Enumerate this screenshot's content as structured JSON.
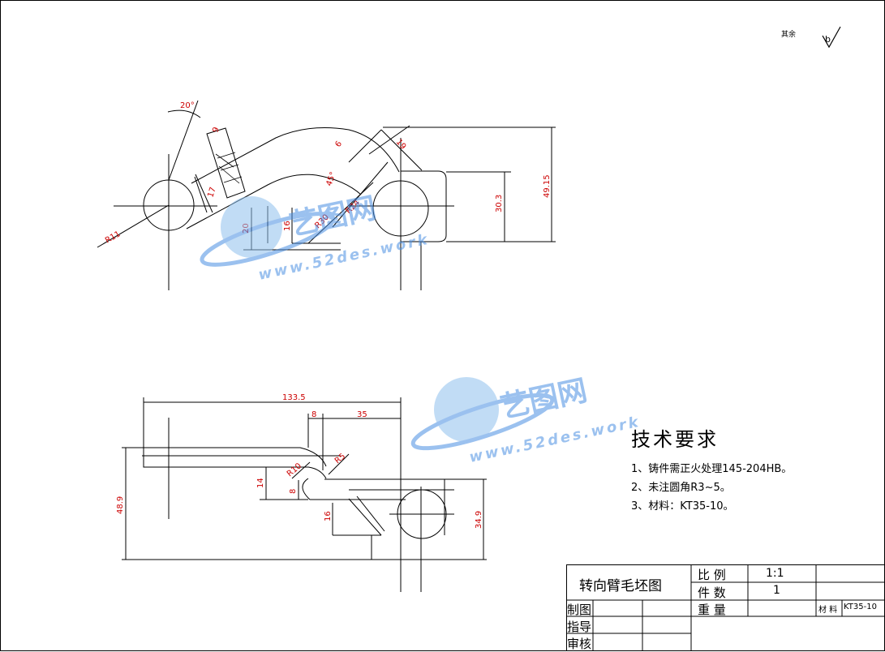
{
  "surface_mark": {
    "label": "其余",
    "symbol": "b"
  },
  "tech_requirements": {
    "title": "技术要求",
    "items": [
      "1、铸件需正火处理145-204HB。",
      "2、未注圆角R3~5。",
      "3、材料：KT35-10。"
    ]
  },
  "title_block": {
    "drawing_name": "转向臂毛坯图",
    "scale_label": "比 例",
    "scale_value": "1:1",
    "quantity_label": "件 数",
    "quantity_value": "1",
    "weight_label": "重 量",
    "material_label": "材 料",
    "material_value": "KT35-10",
    "drawn_label": "制图",
    "guide_label": "指导",
    "review_label": "审核"
  },
  "dimensions": {
    "angle_20": "20°",
    "width_9": "9",
    "width_17": "17",
    "radius_r11": "R11",
    "height_20": "20",
    "height_16_top": "16",
    "radius_r30": "R30",
    "radius_r24": "R24",
    "angle_45": "45°",
    "width_6": "6",
    "width_19": "19",
    "height_30_3": "30.3",
    "height_49_15": "49.15",
    "length_133_5": "133.5",
    "width_8_top": "8",
    "width_35": "35",
    "radius_r5": "R5",
    "radius_r10": "R10",
    "height_14": "14",
    "height_8_bottom": "8",
    "height_48_9": "48.9",
    "height_16_bottom": "16",
    "height_34_9": "34.9"
  },
  "watermark": {
    "brand": "艺图网",
    "url": "www.52des.work"
  },
  "colors": {
    "line": "#000000",
    "dimension": "#cc0000",
    "watermark": "#4a90e2"
  }
}
